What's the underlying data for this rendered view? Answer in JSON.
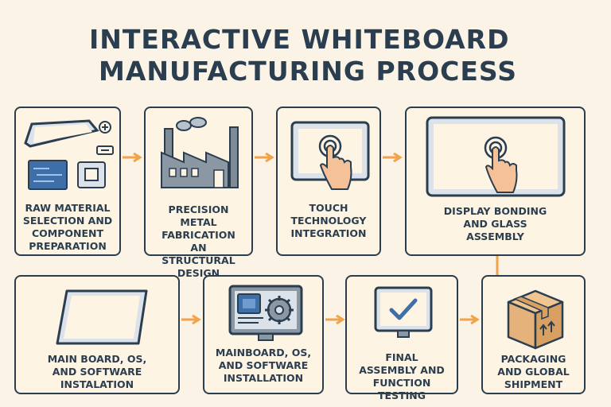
{
  "title_line1": "INTERACTIVE WHITEBOARD",
  "title_line2": "MANUFACTURING PROCESS",
  "steps": [
    {
      "label": "RAW MATERIAL SELECTION AND COMPONENT PREPARATION"
    },
    {
      "label": "PRECISION METAL FABRICATION AN STRUCTURAL DESIGN"
    },
    {
      "label": "TOUCH TECHNOLOGY INTEGRATION"
    },
    {
      "label": "DISPLAY BONDING AND GLASS ASSEMBLY"
    },
    {
      "label": "MAIN BOARD, OS, AND SOFTWARE INSTALATION"
    },
    {
      "label": "MAINBOARD, OS, AND SOFTWARE INSTALLATION"
    },
    {
      "label": "FINAL ASSEMBLY AND FUNCTION TESTING"
    },
    {
      "label": "PACKAGING AND GLOBAL SHIPMENT"
    }
  ],
  "colors": {
    "ink": "#2b3e50",
    "arrow": "#f0a34a",
    "box": "#fdf4e4",
    "bg": "#fbf3e6",
    "blue": "#3f6fa8",
    "box_tan": "#e4b27a"
  }
}
